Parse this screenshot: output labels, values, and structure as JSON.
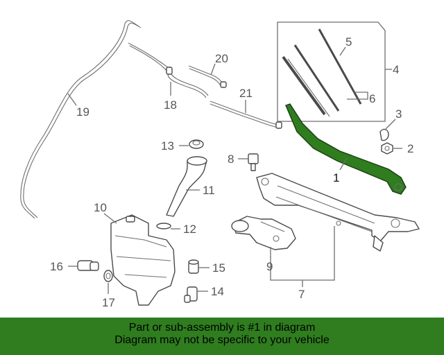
{
  "callouts": {
    "c1": "1",
    "c2": "2",
    "c3": "3",
    "c4": "4",
    "c5": "5",
    "c6": "6",
    "c7": "7",
    "c8": "8",
    "c9": "9",
    "c10": "10",
    "c11": "11",
    "c12": "12",
    "c13": "13",
    "c14": "14",
    "c15": "15",
    "c16": "16",
    "c17": "17",
    "c18": "18",
    "c19": "19",
    "c20": "20",
    "c21": "21"
  },
  "highlight_color": "#2f7d1f",
  "banner": {
    "line1": "Part or sub-assembly is #1 in diagram",
    "line2": "Diagram may not be specific to your vehicle"
  }
}
